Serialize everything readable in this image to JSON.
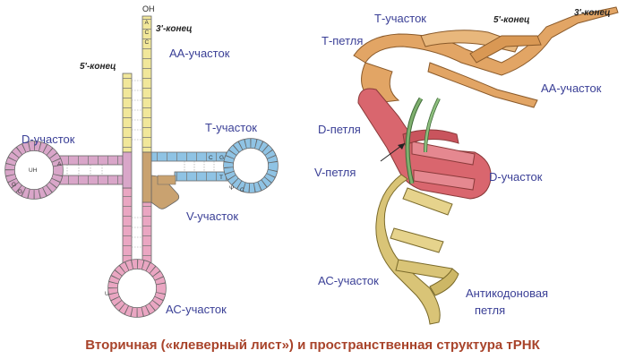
{
  "labels": {
    "oh": "OH",
    "three_prime_left": "3'-конец",
    "five_prime_left": "5'-конец",
    "aa_left": "АА-участок",
    "d_left": "D-участок",
    "t_left": "Т-участок",
    "v_left": "V-участок",
    "ac_left": "АС-участок",
    "t_right": "Т-участок",
    "t_loop": "Т-петля",
    "five_prime_right": "5'-конец",
    "three_prime_right": "3'-конец",
    "aa_right": "АА-участок",
    "d_loop": "D-петля",
    "v_loop": "V-петля",
    "d_right": "D-участок",
    "ac_right": "АС-участок",
    "anticodon_1": "Антикодоновая",
    "anticodon_2": "петля",
    "caption": "Вторичная («клеверный лист») и пространственная структура тРНК"
  },
  "bases": {
    "acc_a": "A",
    "acc_c1": "C",
    "acc_c2": "C",
    "u_stem": "U",
    "d_a": "A",
    "d_g1": "G",
    "d_g2": "G",
    "d_uh": "UH",
    "t_g": "G",
    "t_c": "C",
    "t_t": "T",
    "t_psi": "Ψ",
    "t_c2": "C",
    "ac_u": "U"
  },
  "colors": {
    "acceptor": "#f1e79a",
    "d_arm": "#d9a6c9",
    "t_arm": "#8fc3e4",
    "v_arm": "#c9a270",
    "ac_arm": "#eaa6c2",
    "ribbon_orange": "#e2a565",
    "ribbon_red": "#d9666e",
    "ribbon_yellow": "#d9c477",
    "ribbon_green": "#6e9d64",
    "label": "#3a3f96",
    "caption": "#a8432a"
  }
}
